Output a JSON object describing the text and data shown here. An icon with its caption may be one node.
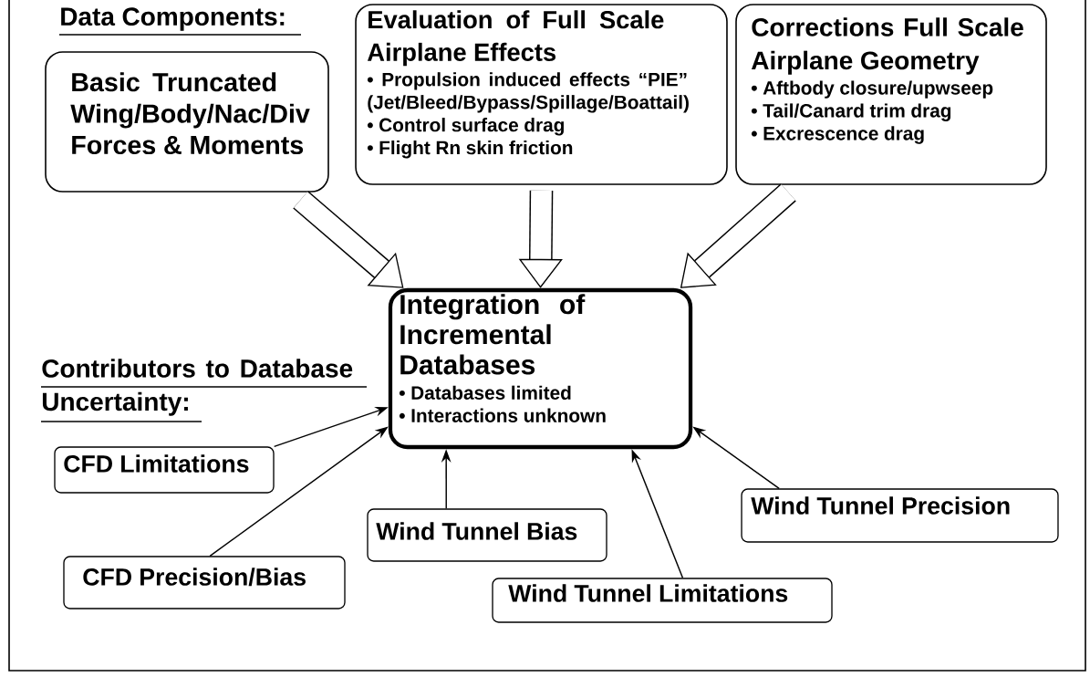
{
  "diagram": {
    "nodes": [
      {
        "text": [
          "Basic Truncated Wing/Body/Nac/Div Forces & Moments"
        ]
      },
      {
        "text": [
          "Evaluation of Full Scale Airplane Effects",
          "• Propulsion induced effects “PIE” (Jet/Bleed/Bypass/Spillage/Boattail)",
          "• Control surface drag",
          "• Flight Rn skin friction"
        ]
      },
      {
        "text": [
          "Corrections Full Scale Airplane Geometry",
          "• Aftbody closure/upwseep",
          "• Tail/Canard trim drag",
          "• Excrescence drag"
        ]
      },
      {
        "text": [
          "Integration of Incremental Databases",
          "• Databases limited",
          "• Interactions unknown"
        ]
      },
      {
        "text": [
          "CFD Limitations"
        ]
      },
      {
        "text": [
          "Wind Tunnel Precision"
        ]
      },
      {
        "text": [
          "Wind Tunnel Bias"
        ]
      },
      {
        "text": [
          "CFD Precision/Bias"
        ]
      },
      {
        "text": [
          "Wind Tunnel Limitations"
        ]
      }
    ],
    "edges": [
      {
        "from": 0,
        "to": 3,
        "arrow": "to",
        "style": "thick"
      },
      {
        "from": 1,
        "to": 3,
        "arrow": "to",
        "style": "thick"
      },
      {
        "from": 2,
        "to": 3,
        "arrow": "to",
        "style": "thick"
      },
      {
        "from": 4,
        "to": 3,
        "arrow": "to"
      },
      {
        "from": 7,
        "to": 3,
        "arrow": "to"
      },
      {
        "from": 6,
        "to": 3,
        "arrow": "to"
      },
      {
        "from": 8,
        "to": 3,
        "arrow": "to"
      },
      {
        "from": 5,
        "to": 3,
        "arrow": "to"
      }
    ],
    "labels": [
      "Data Components:",
      "Contributors to Database Uncertainty:"
    ]
  }
}
